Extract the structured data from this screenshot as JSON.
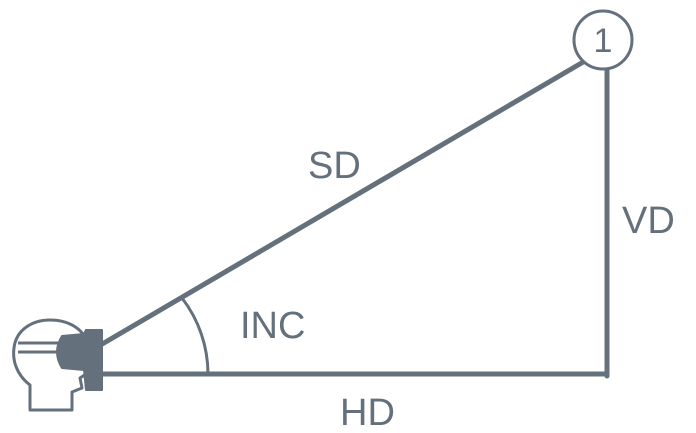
{
  "diagram": {
    "labels": {
      "slope_distance": "SD",
      "vertical_distance": "VD",
      "horizontal_distance": "HD",
      "inclination": "INC"
    },
    "target_marker": "1",
    "observer_icon": "person-with-rangefinder-icon",
    "colors": {
      "stroke": "#65707d",
      "background": "#ffffff"
    }
  }
}
